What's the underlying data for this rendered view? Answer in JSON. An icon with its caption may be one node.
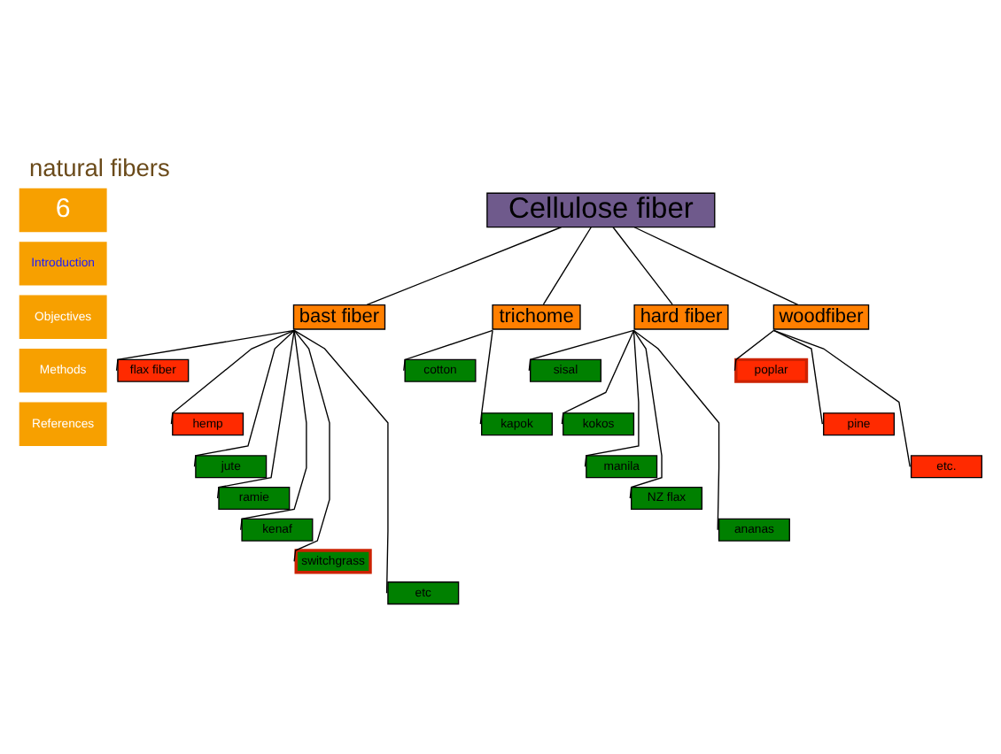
{
  "diagram": {
    "title": "natural fibers",
    "nodes": [
      {
        "text": [
          "Cellulose fiber"
        ]
      },
      {
        "text": [
          "bast fiber"
        ]
      },
      {
        "text": [
          "trichome"
        ]
      },
      {
        "text": [
          "hard fiber"
        ]
      },
      {
        "text": [
          "woodfiber"
        ]
      },
      {
        "text": [
          "flax fiber"
        ]
      },
      {
        "text": [
          "hemp"
        ]
      },
      {
        "text": [
          "jute"
        ]
      },
      {
        "text": [
          "ramie"
        ]
      },
      {
        "text": [
          "kenaf"
        ]
      },
      {
        "text": [
          "switchgrass"
        ]
      },
      {
        "text": [
          "etc"
        ]
      },
      {
        "text": [
          "cotton"
        ]
      },
      {
        "text": [
          "kapok"
        ]
      },
      {
        "text": [
          "sisal"
        ]
      },
      {
        "text": [
          "kokos"
        ]
      },
      {
        "text": [
          "manila"
        ]
      },
      {
        "text": [
          "NZ flax"
        ]
      },
      {
        "text": [
          "ananas"
        ]
      },
      {
        "text": [
          "poplar"
        ]
      },
      {
        "text": [
          "pine"
        ]
      },
      {
        "text": [
          "etc."
        ]
      }
    ],
    "edges": [
      {
        "from": 0,
        "to": 1,
        "arrow": "none"
      },
      {
        "from": 0,
        "to": 2,
        "arrow": "none"
      },
      {
        "from": 0,
        "to": 3,
        "arrow": "none"
      },
      {
        "from": 0,
        "to": 4,
        "arrow": "none"
      },
      {
        "from": 1,
        "to": 5,
        "arrow": "none"
      },
      {
        "from": 1,
        "to": 6,
        "arrow": "none"
      },
      {
        "from": 1,
        "to": 7,
        "arrow": "none"
      },
      {
        "from": 1,
        "to": 8,
        "arrow": "none"
      },
      {
        "from": 1,
        "to": 9,
        "arrow": "none"
      },
      {
        "from": 1,
        "to": 10,
        "arrow": "none"
      },
      {
        "from": 1,
        "to": 11,
        "arrow": "none"
      },
      {
        "from": 2,
        "to": 12,
        "arrow": "none"
      },
      {
        "from": 2,
        "to": 13,
        "arrow": "none"
      },
      {
        "from": 3,
        "to": 14,
        "arrow": "none"
      },
      {
        "from": 3,
        "to": 15,
        "arrow": "none"
      },
      {
        "from": 3,
        "to": 16,
        "arrow": "none"
      },
      {
        "from": 3,
        "to": 17,
        "arrow": "none"
      },
      {
        "from": 3,
        "to": 18,
        "arrow": "none"
      },
      {
        "from": 4,
        "to": 19,
        "arrow": "none"
      },
      {
        "from": 4,
        "to": 20,
        "arrow": "none"
      },
      {
        "from": 4,
        "to": 21,
        "arrow": "none"
      }
    ],
    "labels": [
      "6",
      "Introduction",
      "Objectives",
      "Methods",
      "References"
    ]
  }
}
